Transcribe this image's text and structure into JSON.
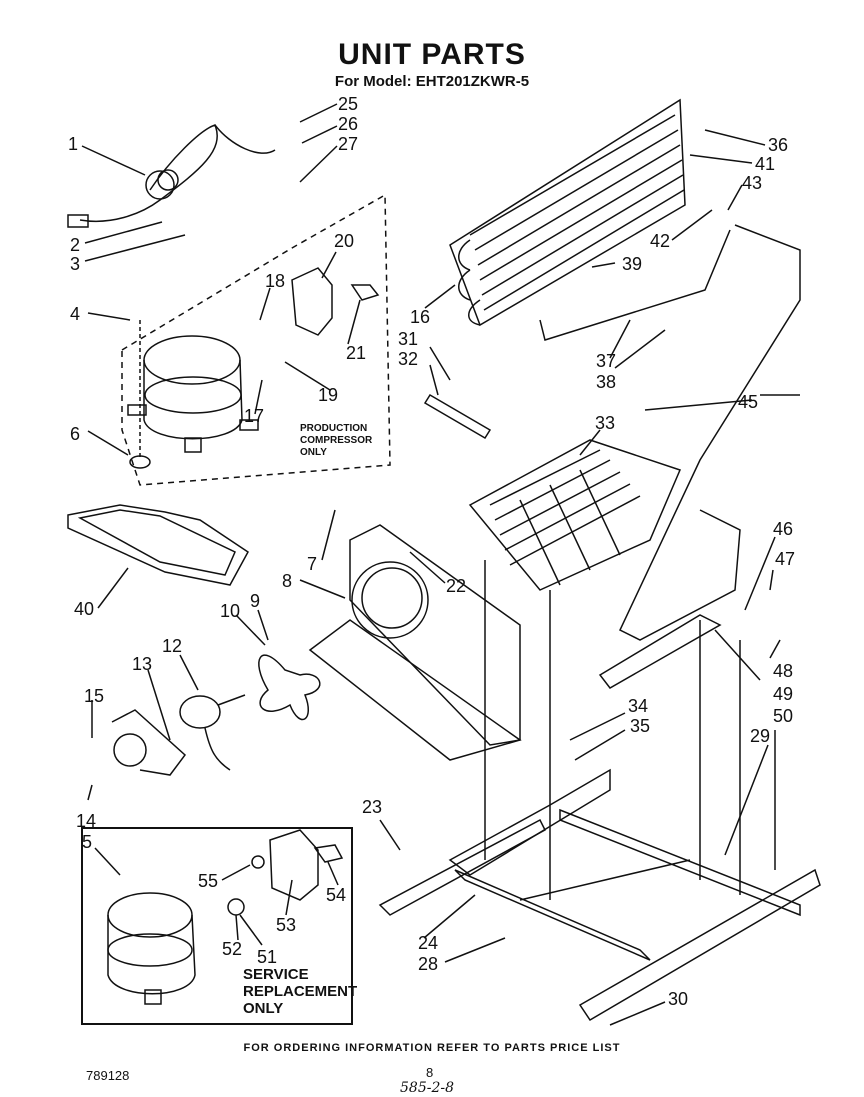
{
  "title": "UNIT PARTS",
  "subtitle": "For Model: EHT201ZKWR-5",
  "notes": {
    "production": "PRODUCTION COMPRESSOR ONLY",
    "service": "SERVICE REPLACEMENT ONLY"
  },
  "footer": "FOR ORDERING INFORMATION REFER TO PARTS PRICE LIST",
  "diagram_number": "789128",
  "page_number": "8",
  "handwritten": "585-2-8",
  "callouts": [
    "1",
    "2",
    "3",
    "4",
    "6",
    "5",
    "7",
    "8",
    "9",
    "10",
    "12",
    "13",
    "15",
    "14",
    "16",
    "17",
    "18",
    "19",
    "20",
    "21",
    "22",
    "23",
    "24",
    "25",
    "26",
    "27",
    "28",
    "29",
    "30",
    "31",
    "32",
    "33",
    "34",
    "35",
    "36",
    "37",
    "38",
    "39",
    "40",
    "41",
    "42",
    "43",
    "45",
    "46",
    "47",
    "48",
    "49",
    "50",
    "51",
    "52",
    "53",
    "54",
    "55"
  ]
}
